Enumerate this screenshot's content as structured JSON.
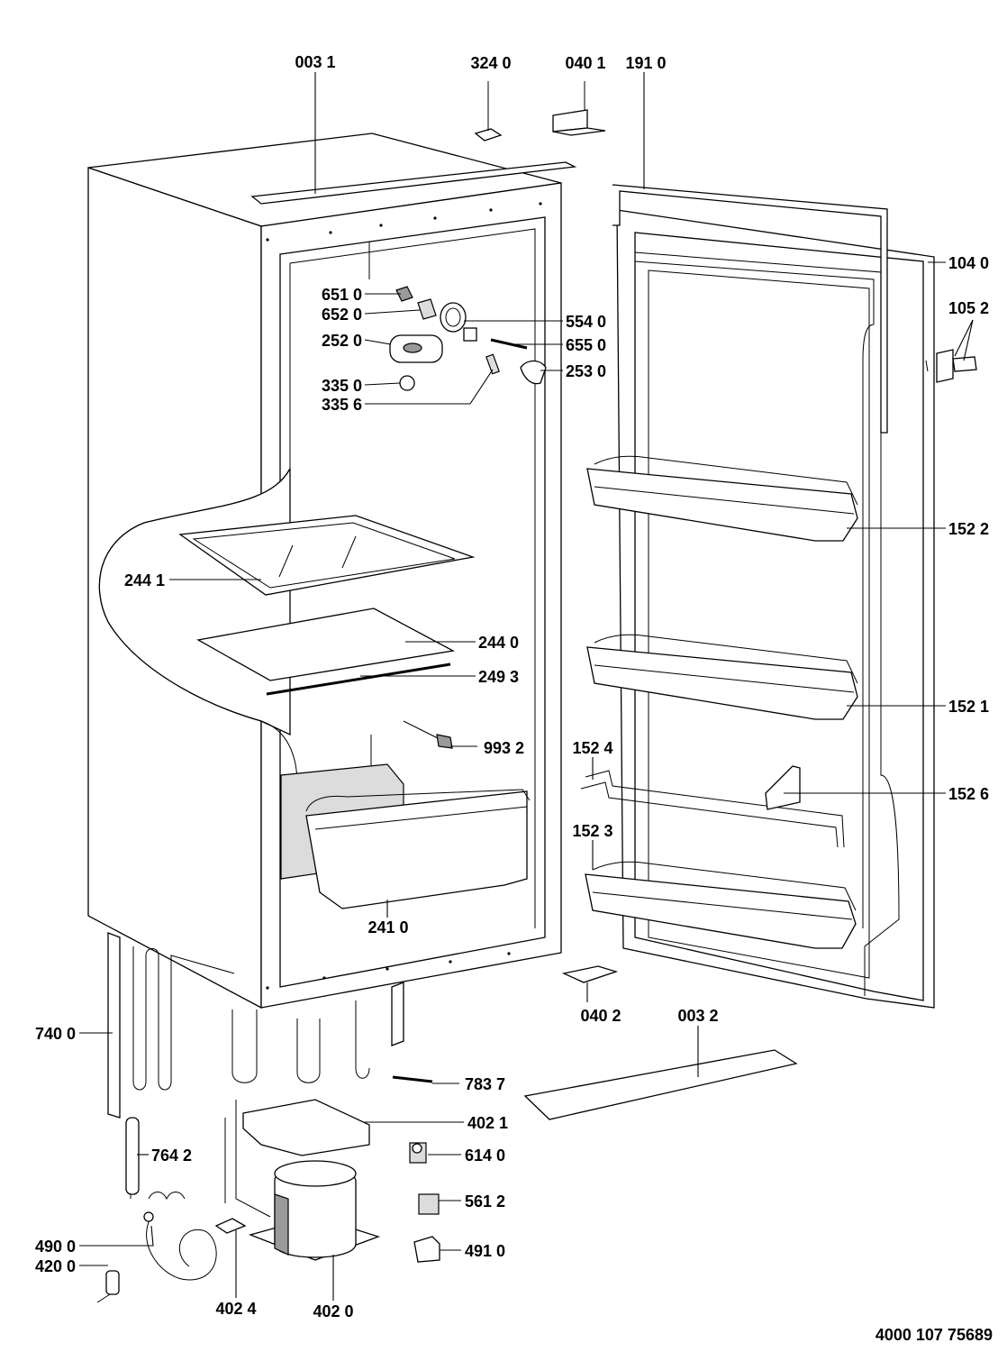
{
  "drawing": {
    "document_number": "4000 107 75689",
    "callouts": [
      {
        "code": "003 1"
      },
      {
        "code": "324 0"
      },
      {
        "code": "040 1"
      },
      {
        "code": "191 0"
      },
      {
        "code": "104 0"
      },
      {
        "code": "105 2"
      },
      {
        "code": "651 0"
      },
      {
        "code": "652 0"
      },
      {
        "code": "554 0"
      },
      {
        "code": "252 0"
      },
      {
        "code": "655 0"
      },
      {
        "code": "253 0"
      },
      {
        "code": "335 0"
      },
      {
        "code": "335 6"
      },
      {
        "code": "152 2"
      },
      {
        "code": "244 1"
      },
      {
        "code": "244 0"
      },
      {
        "code": "249 3"
      },
      {
        "code": "152 1"
      },
      {
        "code": "993 2"
      },
      {
        "code": "152 4"
      },
      {
        "code": "152 6"
      },
      {
        "code": "152 3"
      },
      {
        "code": "241 0"
      },
      {
        "code": "040 2"
      },
      {
        "code": "003 2"
      },
      {
        "code": "740 0"
      },
      {
        "code": "783 7"
      },
      {
        "code": "402 1"
      },
      {
        "code": "764 2"
      },
      {
        "code": "614 0"
      },
      {
        "code": "561 2"
      },
      {
        "code": "490 0"
      },
      {
        "code": "491 0"
      },
      {
        "code": "420 0"
      },
      {
        "code": "402 4"
      },
      {
        "code": "402 0"
      }
    ]
  }
}
